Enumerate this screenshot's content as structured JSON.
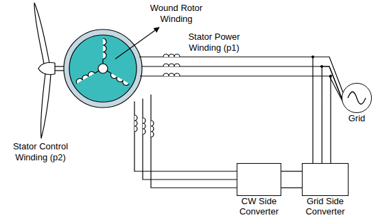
{
  "diagram": {
    "nodes": [
      {
        "text": [
          "CW Side Converter"
        ]
      },
      {
        "text": [
          "Grid Side Converter"
        ]
      },
      {
        "text": [
          "Grid"
        ]
      }
    ],
    "edges": [
      {
        "from": 0,
        "to": 1,
        "arrow": "none"
      },
      {
        "from": 1,
        "to": 2,
        "arrow": "none"
      }
    ],
    "labels": [
      "Wound Rotor Winding",
      "Stator Power Winding (p1)",
      "Stator Control Winding (p2)"
    ]
  }
}
